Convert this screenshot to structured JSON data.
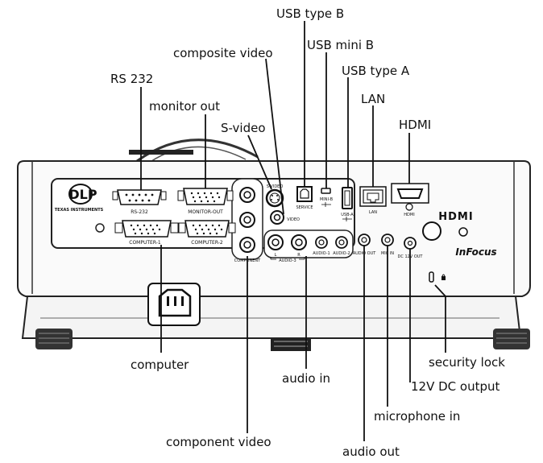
{
  "callouts": {
    "usb_type_b": "USB type B",
    "composite_video": "composite video",
    "usb_mini_b": "USB mini B",
    "rs232": "RS 232",
    "usb_type_a": "USB type A",
    "monitor_out": "monitor out",
    "lan": "LAN",
    "s_video": "S-video",
    "hdmi": "HDMI",
    "computer": "computer",
    "security_lock": "security lock",
    "audio_in": "audio in",
    "dc_output": "12V DC output",
    "microphone_in": "microphone in",
    "component_video": "component video",
    "audio_out": "audio out"
  },
  "panel_text": {
    "dlp_logo": "DLP",
    "texas_instruments": "TEXAS INSTRUMENTS",
    "rs232": "RS-232",
    "monitor_out": "MONITOR-OUT",
    "computer_1": "COMPUTER-1",
    "computer_2": "COMPUTER-2",
    "component": "COMPONENT",
    "s_video": "S-VIDEO",
    "video": "VIDEO",
    "service": "SERVICE",
    "mini_b": "MINI-B",
    "usb_a": "USB-A",
    "lan": "LAN",
    "hdmi": "HDMI",
    "audio_l": "L",
    "audio_r": "R",
    "audio_1": "AUDIO-1",
    "audio_2": "AUDIO-2",
    "audio_group": "AUDIO-3",
    "audio_out": "AUDIO OUT",
    "mic_in": "MIC IN",
    "dc_12v_out": "DC 12V OUT",
    "hdmi_logo": "HDMI",
    "brand_logo": "InFocus"
  }
}
